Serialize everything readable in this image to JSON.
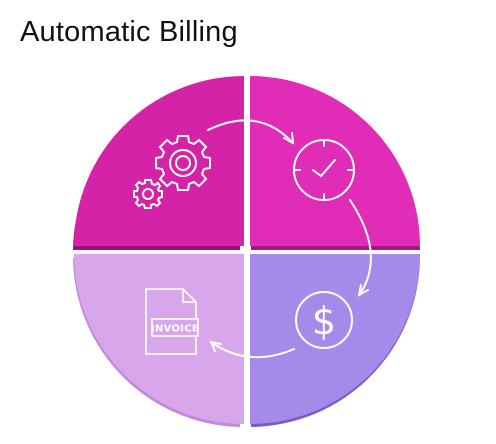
{
  "page": {
    "title": "Automatic Billing"
  },
  "cycle": {
    "quadrants": [
      {
        "id": "settings",
        "icon": "gears-icon",
        "color": "#d523a8",
        "shade": "#9e0f7c"
      },
      {
        "id": "schedule",
        "icon": "clock-icon",
        "color": "#e02cb7",
        "shade": "#a91488"
      },
      {
        "id": "payment",
        "icon": "dollar-coin-icon",
        "color": "#a68ae9",
        "shade": "#7a5cc7"
      },
      {
        "id": "invoice",
        "icon": "invoice-document-icon",
        "color": "#d8a6eb",
        "shade": "#c488dd"
      }
    ],
    "invoice_label": "INVOICE",
    "arrow_color": "#ffffff"
  }
}
